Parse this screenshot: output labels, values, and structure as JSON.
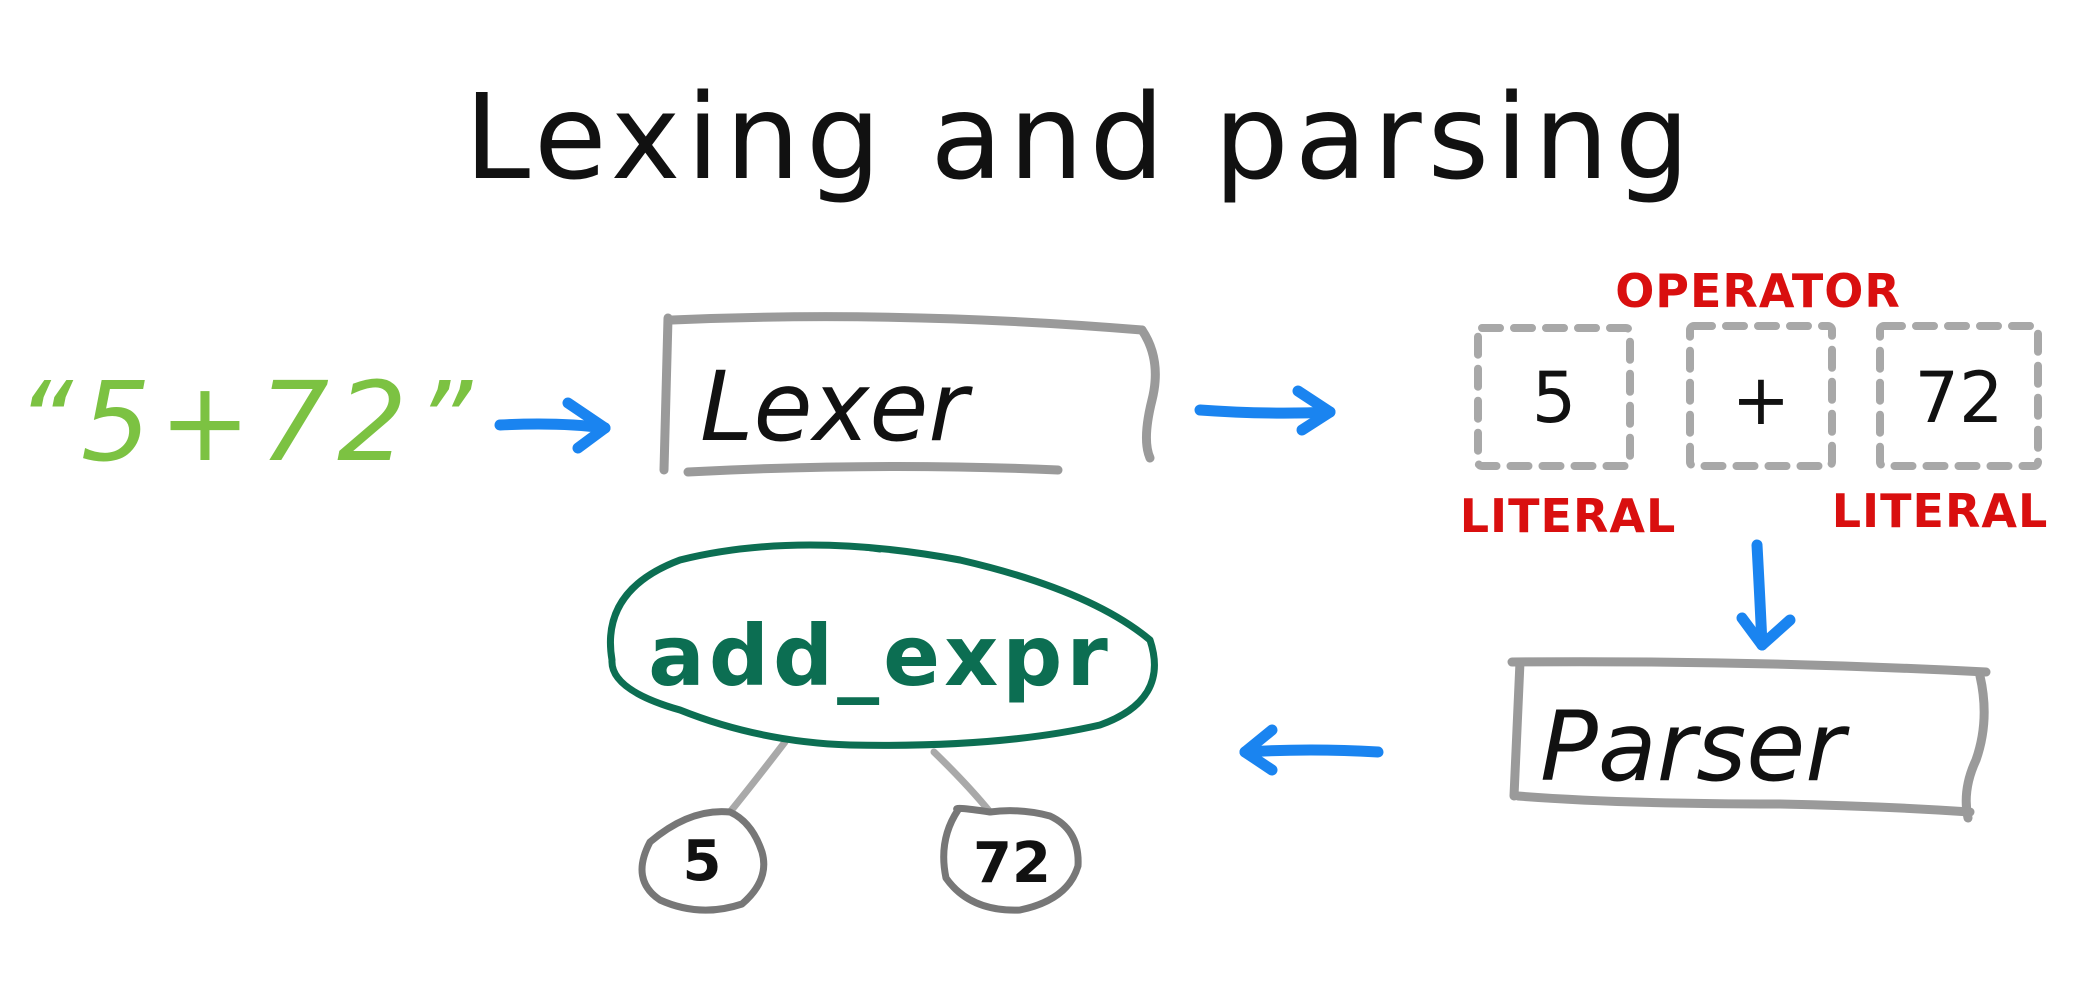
{
  "title": "Lexing and parsing",
  "input_string": "“5+72”",
  "lexer_label": "Lexer",
  "parser_label": "Parser",
  "tokens": [
    {
      "text": "5",
      "type": "LITERAL"
    },
    {
      "text": "+",
      "type": "OPERATOR"
    },
    {
      "text": "72",
      "type": "LITERAL"
    }
  ],
  "ast": {
    "root": "add_expr",
    "children": [
      "5",
      "72"
    ]
  },
  "colors": {
    "ink": "#111111",
    "input": "#7cc242",
    "arrow": "#1a84f0",
    "box_border": "#9a9a9a",
    "token_border": "#a8a8a8",
    "token_type": "#d90f0f",
    "ast_node": "#0c6e52",
    "leaf_border": "#777777",
    "edge": "#a9a9a9"
  }
}
